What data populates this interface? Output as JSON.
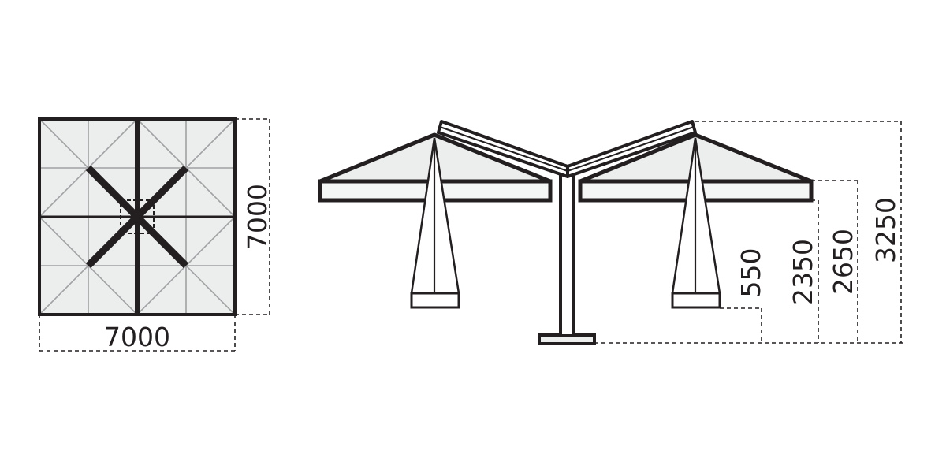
{
  "dimensions": {
    "plan_width": "7000",
    "plan_depth": "7000",
    "height_closed_bottom": "550",
    "height_valance": "2350",
    "height_canopy_edge": "2650",
    "height_total": "3250"
  },
  "colors": {
    "line": "#231f20",
    "fabric": "#eceeee",
    "fabric_light": "#f4f5f5",
    "seam": "#9fa1a3"
  }
}
